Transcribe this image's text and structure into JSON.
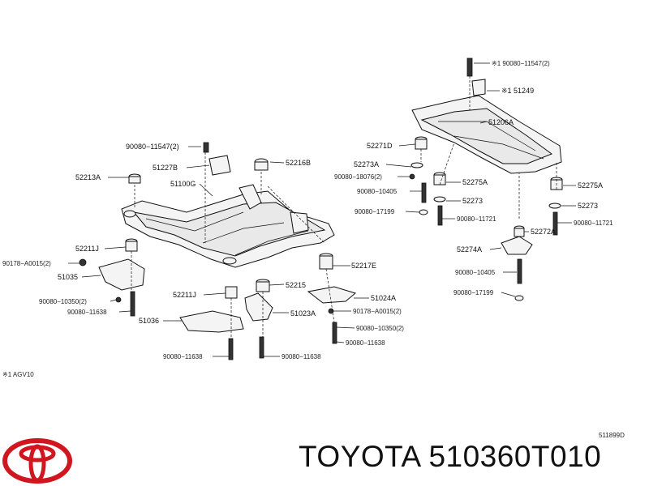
{
  "diagram": {
    "catalog_code": "511899D",
    "note_label": "※1 AGV10",
    "parts": {
      "p90080_11547_left": "90080−11547(2)",
      "p51227B": "51227B",
      "p52216B": "52216B",
      "p52213A": "52213A",
      "p51100G": "51100G",
      "p52211J_upper": "52211J",
      "p90178_A0015_left": "90178−A0015(2)",
      "p51035": "51035",
      "p90080_10350_left": "90080−10350(2)",
      "p90080_11638_a": "90080−11638",
      "p51036": "51036",
      "p52211J_lower": "52211J",
      "p52215": "52215",
      "p52217E": "52217E",
      "p51024A": "51024A",
      "p51023A": "51023A",
      "p90178_A0015_right": "90178−A0015(2)",
      "p90080_10350_right": "90080−10350(2)",
      "p90080_11638_b": "90080−11638",
      "p90080_11638_c": "90080−11638",
      "p90080_11638_d": "90080−11638",
      "p90080_11547_right": "※1 90080−11547(2)",
      "p51249": "※1 51249",
      "p51206A": "51206A",
      "p52271D": "52271D",
      "p52273A": "52273A",
      "p90080_18076": "90080−18076(2)",
      "p52275A_a": "52275A",
      "p52275A_b": "52275A",
      "p90080_10405_a": "90080−10405",
      "p52273_a": "52273",
      "p52273_b": "52273",
      "p90080_17199_a": "90080−17199",
      "p90080_11721_a": "90080−11721",
      "p90080_11721_b": "90080−11721",
      "p52274A": "52274A",
      "p52272A": "52272A",
      "p90080_10405_b": "90080−10405",
      "p90080_17199_b": "90080−17199"
    }
  },
  "footer": {
    "brand_line": "TOYOTA 510360T010"
  },
  "colors": {
    "ink": "#111111",
    "logo_red": "#d0161f",
    "background": "#ffffff"
  }
}
